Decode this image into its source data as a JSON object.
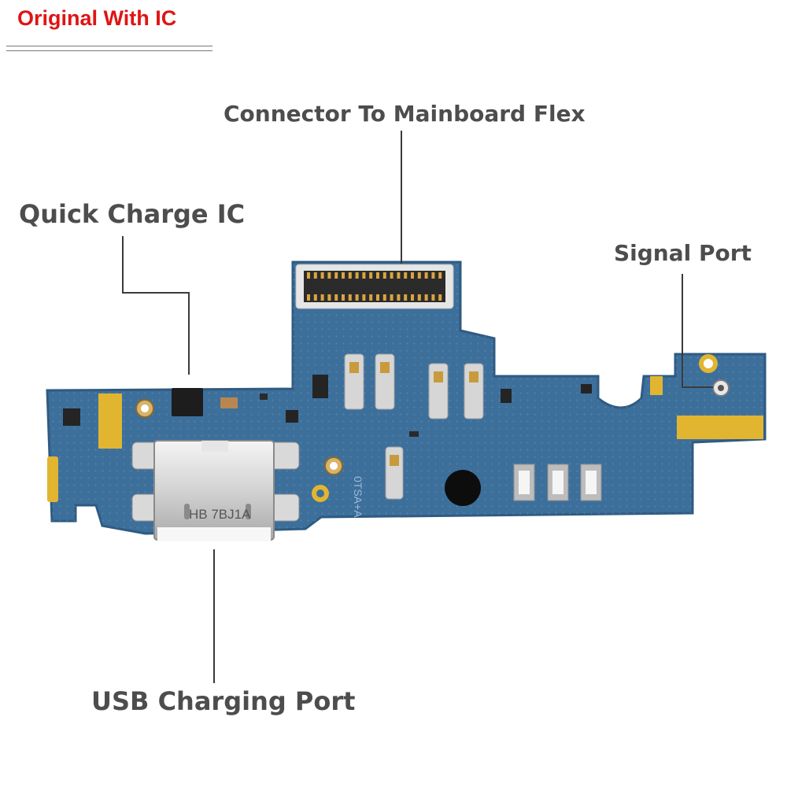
{
  "badge": {
    "text": "Original With IC",
    "color": "#e01414"
  },
  "callouts": {
    "connector": "Connector To Mainboard Flex",
    "quick_charge": "Quick Charge IC",
    "signal": "Signal Port",
    "usb": "USB Charging Port"
  },
  "board": {
    "usb_marking": "HB 7BJ1A",
    "side_marking": "0TSA+A",
    "pcb_color": "#3d6f9b",
    "pcb_edge_color": "#2f5b82",
    "gold_color": "#e2b531"
  }
}
